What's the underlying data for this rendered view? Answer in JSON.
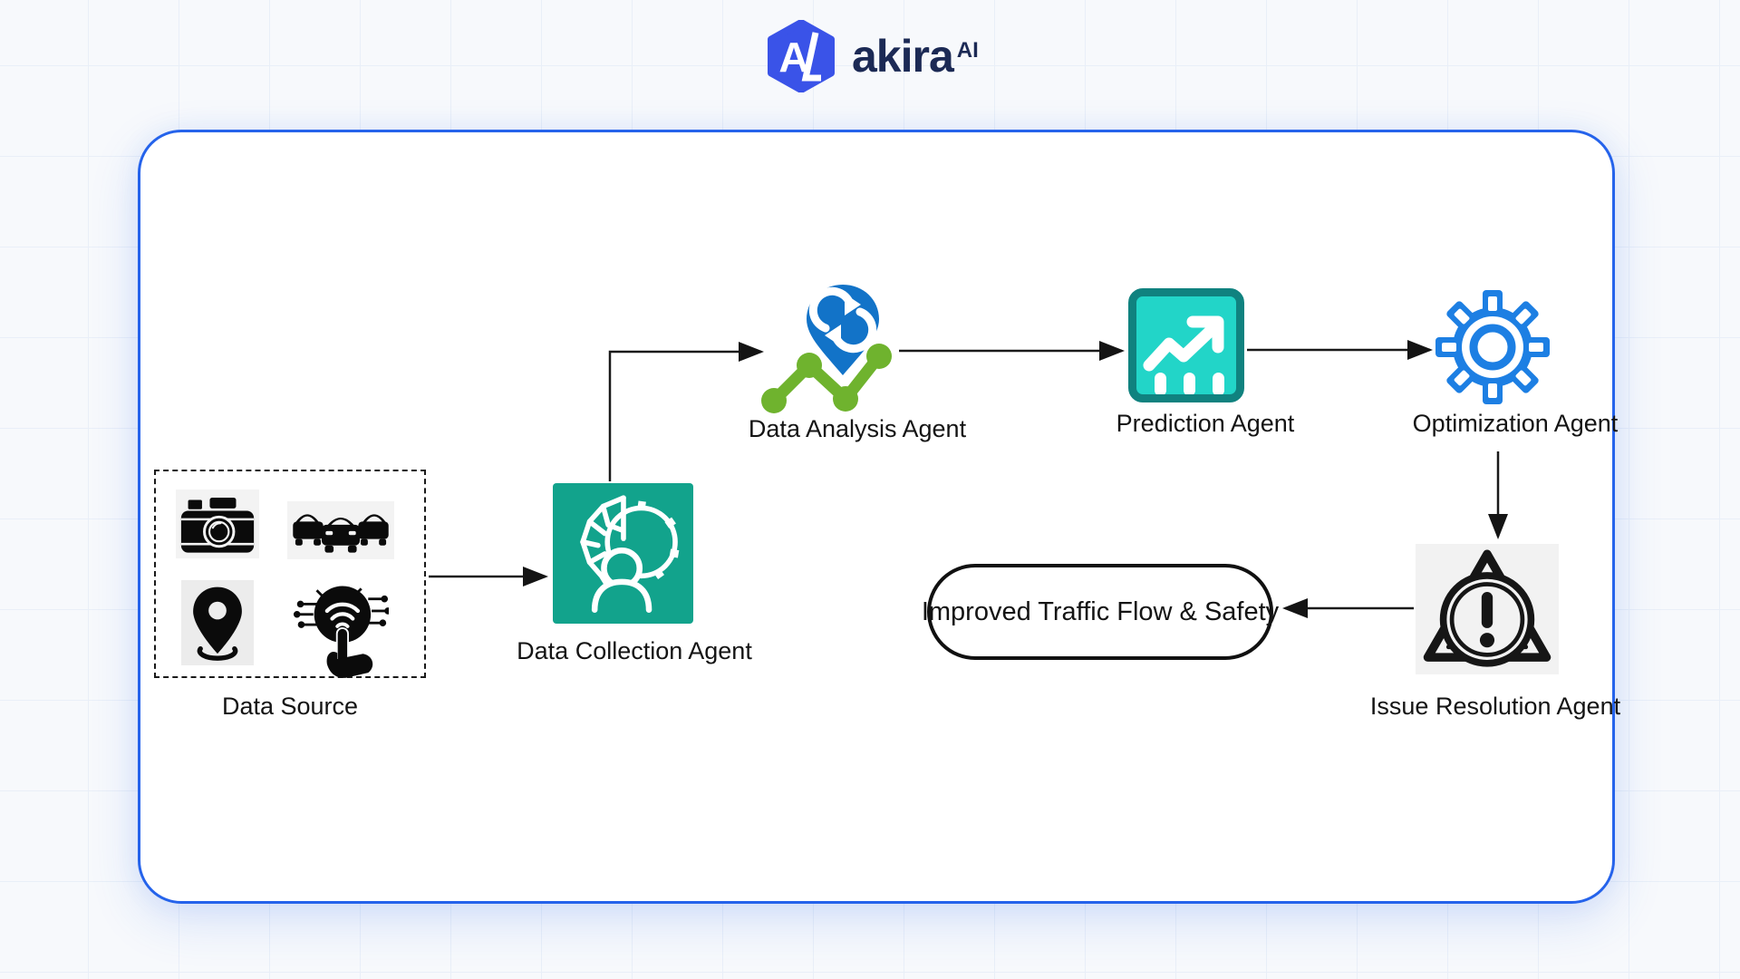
{
  "logo": {
    "brand": "akira",
    "superscript": "AI"
  },
  "diagram": {
    "title": "Traffic management multi-agent workflow",
    "nodes": [
      {
        "id": "data-source",
        "label": "Data Source",
        "type": "group",
        "icons": [
          "camera-icon",
          "traffic-cars-icon",
          "location-pin-icon",
          "touch-sensor-icon"
        ]
      },
      {
        "id": "data-collection-agent",
        "label": "Data Collection Agent",
        "icon": "brain-gear-person-icon"
      },
      {
        "id": "data-analysis-agent",
        "label": "Data Analysis Agent",
        "icon": "map-pin-sync-linechart-icon"
      },
      {
        "id": "prediction-agent",
        "label": "Prediction Agent",
        "icon": "trend-up-chart-icon"
      },
      {
        "id": "optimization-agent",
        "label": "Optimization Agent",
        "icon": "gear-outline-icon"
      },
      {
        "id": "issue-resolution-agent",
        "label": "Issue Resolution Agent",
        "icon": "warning-triangle-icon"
      },
      {
        "id": "outcome",
        "label": "Improved Traffic Flow & Safety",
        "type": "terminal"
      }
    ],
    "edges": [
      {
        "from": "data-source",
        "to": "data-collection-agent"
      },
      {
        "from": "data-collection-agent",
        "to": "data-analysis-agent"
      },
      {
        "from": "data-analysis-agent",
        "to": "prediction-agent"
      },
      {
        "from": "prediction-agent",
        "to": "optimization-agent"
      },
      {
        "from": "optimization-agent",
        "to": "issue-resolution-agent"
      },
      {
        "from": "issue-resolution-agent",
        "to": "outcome"
      }
    ]
  },
  "colors": {
    "accent_blue": "#2563eb",
    "teal_square": "#12a38c",
    "turquoise_fill": "#22d5c8",
    "turquoise_border": "#10827f",
    "pin_blue": "#1273c8",
    "chart_green": "#6fb32e",
    "gear_blue": "#1d7fe3",
    "logo_hexagon": "#3a53e8",
    "logo_text": "#1c2a55",
    "arrow_black": "#1a1a1a"
  }
}
